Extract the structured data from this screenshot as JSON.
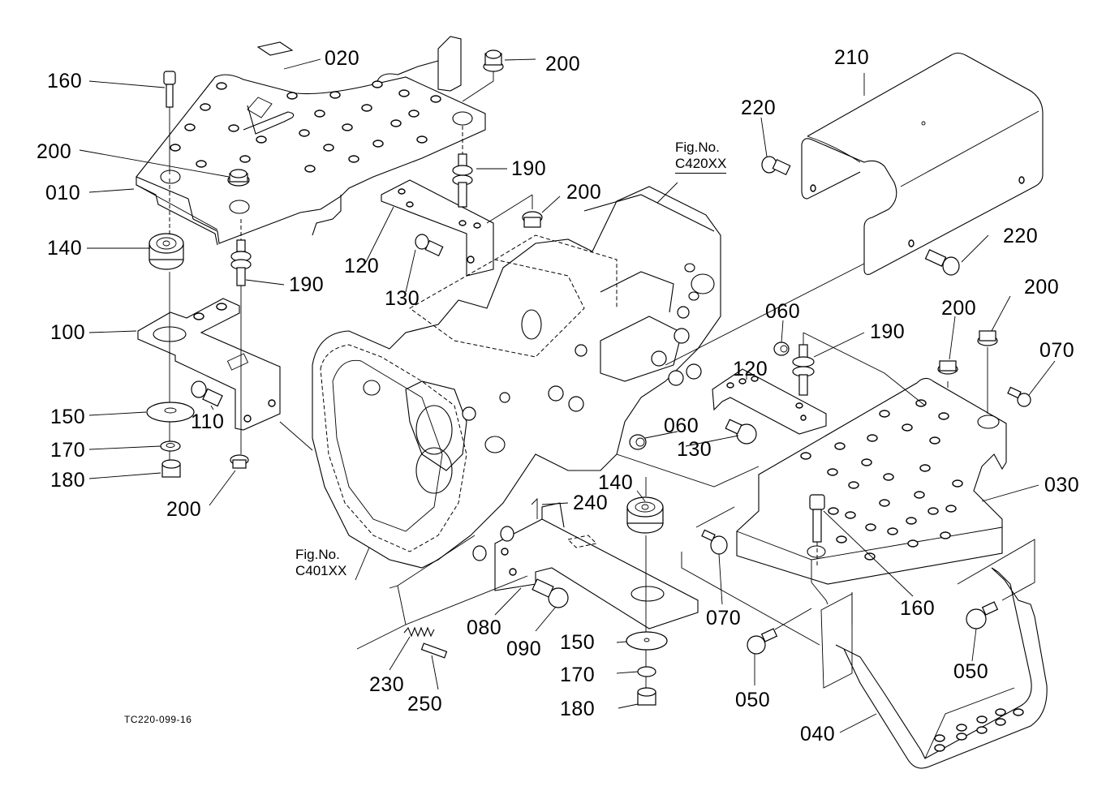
{
  "diagram": {
    "drawing_code": "TC220-099-16",
    "figure_refs": [
      {
        "line1": "Fig.No.",
        "line2": "C420XX"
      },
      {
        "line1": "Fig.No.",
        "line2": "C401XX"
      }
    ],
    "callouts": [
      {
        "part_no": "160"
      },
      {
        "part_no": "020"
      },
      {
        "part_no": "200"
      },
      {
        "part_no": "200"
      },
      {
        "part_no": "010"
      },
      {
        "part_no": "140"
      },
      {
        "part_no": "190"
      },
      {
        "part_no": "100"
      },
      {
        "part_no": "150"
      },
      {
        "part_no": "110"
      },
      {
        "part_no": "170"
      },
      {
        "part_no": "180"
      },
      {
        "part_no": "200"
      },
      {
        "part_no": "190"
      },
      {
        "part_no": "200"
      },
      {
        "part_no": "120"
      },
      {
        "part_no": "130"
      },
      {
        "part_no": "210"
      },
      {
        "part_no": "220"
      },
      {
        "part_no": "220"
      },
      {
        "part_no": "060"
      },
      {
        "part_no": "190"
      },
      {
        "part_no": "200"
      },
      {
        "part_no": "200"
      },
      {
        "part_no": "070"
      },
      {
        "part_no": "120"
      },
      {
        "part_no": "060"
      },
      {
        "part_no": "130"
      },
      {
        "part_no": "030"
      },
      {
        "part_no": "140"
      },
      {
        "part_no": "240"
      },
      {
        "part_no": "070"
      },
      {
        "part_no": "160"
      },
      {
        "part_no": "080"
      },
      {
        "part_no": "090"
      },
      {
        "part_no": "150"
      },
      {
        "part_no": "050"
      },
      {
        "part_no": "170"
      },
      {
        "part_no": "230"
      },
      {
        "part_no": "250"
      },
      {
        "part_no": "180"
      },
      {
        "part_no": "050"
      },
      {
        "part_no": "040"
      }
    ]
  }
}
